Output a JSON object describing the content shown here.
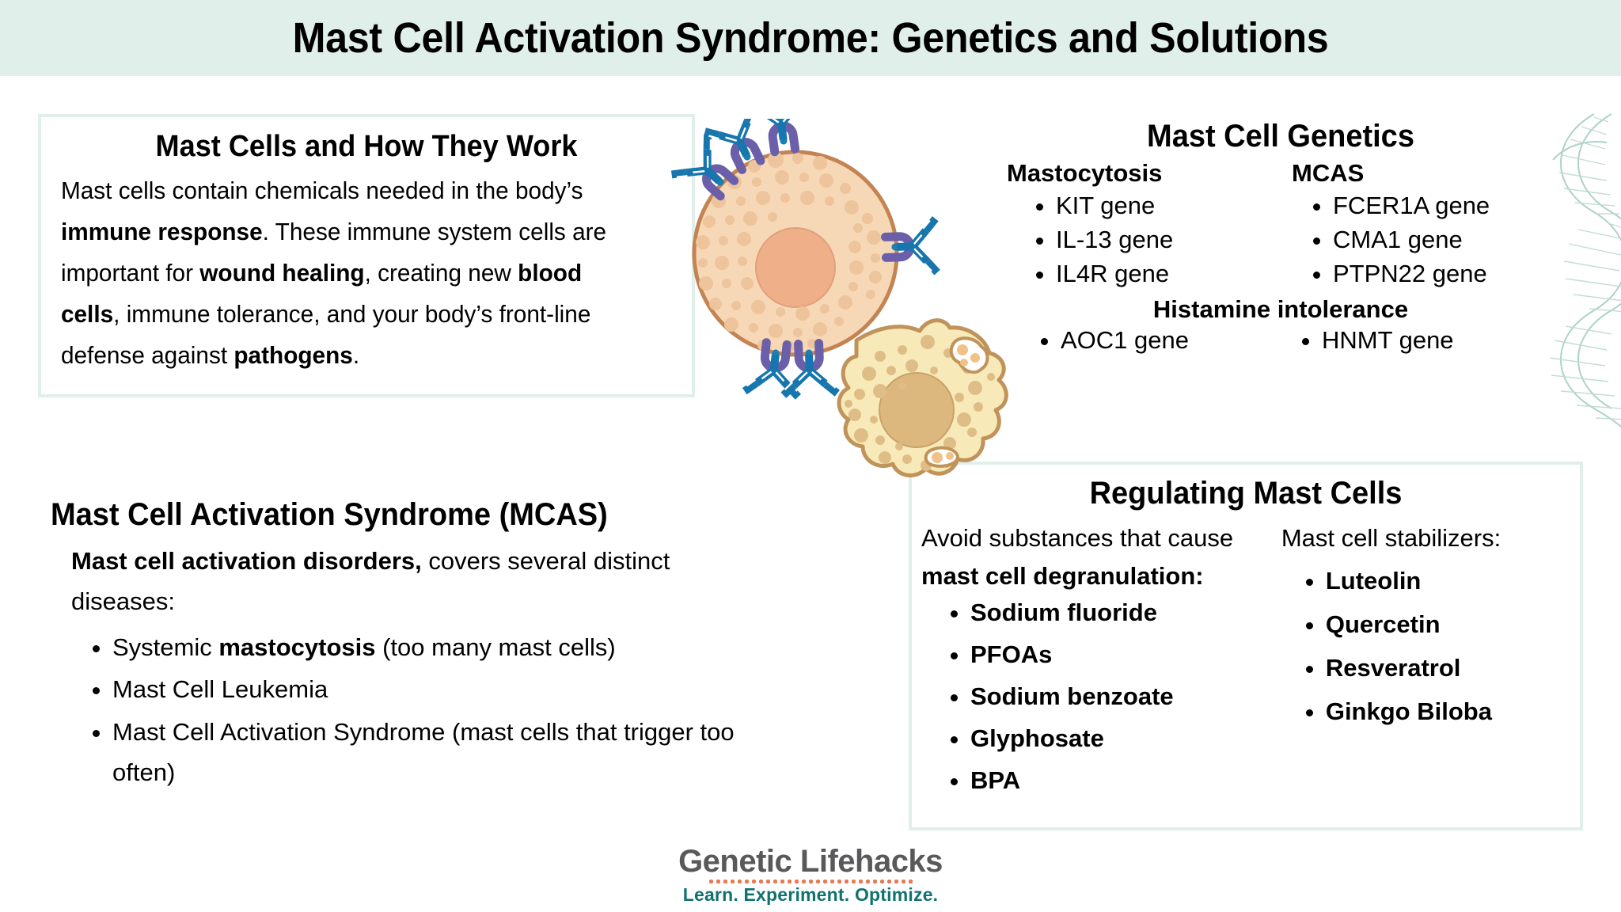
{
  "page": {
    "title": "Mast Cell Activation Syndrome: Genetics and Solutions",
    "colors": {
      "banner_bg": "#e1efea",
      "box_border": "#e1efea",
      "text": "#000000",
      "logo_name": "#58595b",
      "logo_dots": "#e8734a",
      "logo_tagline": "#10726f",
      "mast_cell_fill": "#f7d7b4",
      "mast_cell_stroke": "#c08552",
      "mast_cell_nucleus": "#eeb089",
      "granule": "#eec39a",
      "degranulating_cell_fill": "#f8eab8",
      "degranulating_cell_stroke": "#c0935a",
      "degranulating_nucleus": "#d9b37a",
      "antibody_blue": "#1a7fb5",
      "receptor_purple": "#6a5fa8",
      "dna_teal": "#a9cfc6"
    }
  },
  "how_they_work": {
    "title": "Mast Cells and How They Work",
    "body_html": "Mast cells contain chemicals needed in the body&rsquo;s <b>immune response</b>. These immune system cells are important for <b>wound healing</b>, creating new <b>blood cells</b>, immune tolerance, and your body&rsquo;s front-line defense against <b>pathogens</b>."
  },
  "genetics": {
    "title": "Mast Cell Genetics",
    "columns": [
      {
        "heading": "Mastocytosis",
        "genes": [
          "KIT gene",
          "IL-13 gene",
          "IL4R gene"
        ]
      },
      {
        "heading": "MCAS",
        "genes": [
          "FCER1A gene",
          "CMA1 gene",
          "PTPN22 gene"
        ]
      }
    ],
    "histamine": {
      "heading": "Histamine intolerance",
      "left_genes": [
        "AOC1 gene"
      ],
      "right_genes": [
        "HNMT gene"
      ]
    }
  },
  "mcas": {
    "title": "Mast Cell Activation Syndrome (MCAS)",
    "intro_html": "<b>Mast cell activation disorders,</b> covers several distinct diseases:",
    "items_html": [
      "Systemic <b>mastocytosis</b> (too many mast cells)",
      "Mast Cell Leukemia",
      "Mast Cell Activation Syndrome (mast cells that trigger too often)"
    ]
  },
  "regulating": {
    "title": "Regulating Mast Cells",
    "avoid": {
      "lead_html": "Avoid substances that cause <b>mast cell degranulation:</b>",
      "items": [
        "Sodium fluoride",
        "PFOAs",
        "Sodium benzoate",
        "Glyphosate",
        "BPA"
      ]
    },
    "stabilizers": {
      "lead_html": "Mast cell stabilizers:",
      "items": [
        "Luteolin",
        "Quercetin",
        "Resveratrol",
        "Ginkgo Biloba"
      ]
    }
  },
  "footer": {
    "brand": "Genetic Lifehacks",
    "tagline": "Learn. Experiment. Optimize."
  }
}
